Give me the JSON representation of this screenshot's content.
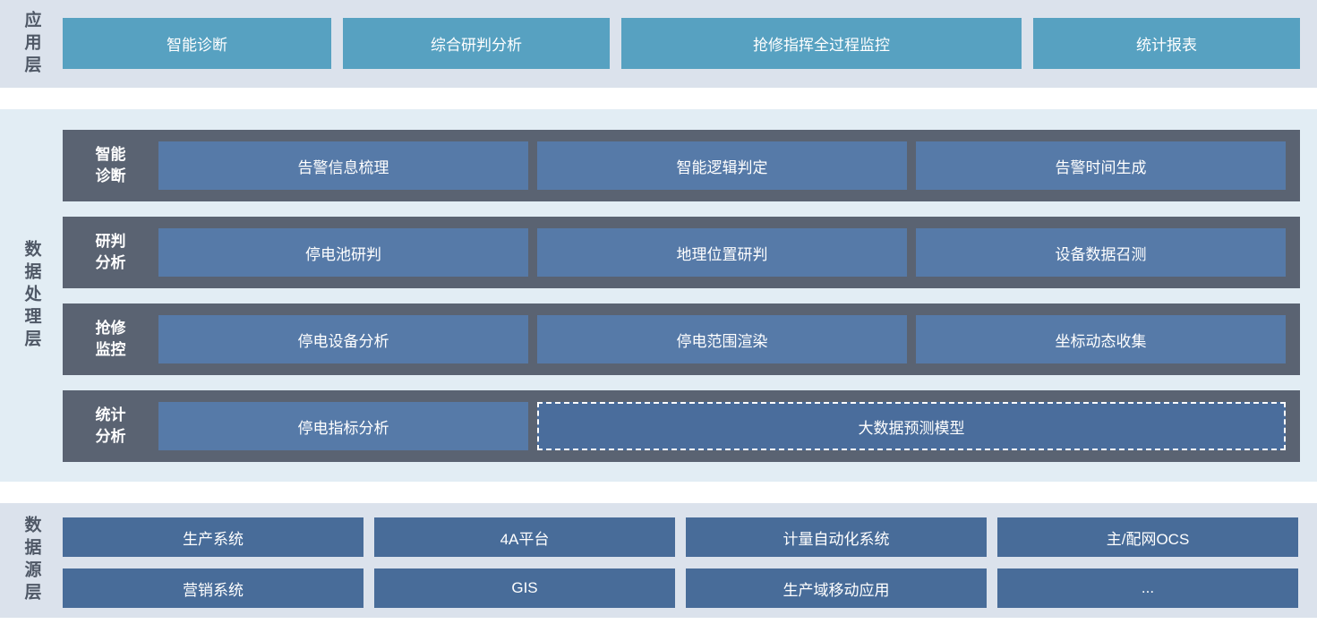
{
  "colors": {
    "band_bg": "#dbe2ec",
    "processing_band_bg": "#e2edf4",
    "app_box_bg": "#57a1c1",
    "row_bg": "#5a6372",
    "inner_box_bg": "#567aa8",
    "dashed_box_bg": "#4a6d9c",
    "source_box_bg": "#486c99",
    "layer_label_text": "#4f5866",
    "box_text": "#ffffff"
  },
  "app_layer": {
    "label": "应用层",
    "boxes": [
      {
        "label": "智能诊断"
      },
      {
        "label": "综合研判分析"
      },
      {
        "label": "抢修指挥全过程监控"
      },
      {
        "label": "统计报表"
      }
    ]
  },
  "processing_layer": {
    "label": "数据处理层",
    "rows": [
      {
        "label": "智能\n诊断",
        "boxes": [
          {
            "label": "告警信息梳理"
          },
          {
            "label": "智能逻辑判定"
          },
          {
            "label": "告警时间生成"
          }
        ]
      },
      {
        "label": "研判\n分析",
        "boxes": [
          {
            "label": "停电池研判"
          },
          {
            "label": "地理位置研判"
          },
          {
            "label": "设备数据召测"
          }
        ]
      },
      {
        "label": "抢修\n监控",
        "boxes": [
          {
            "label": "停电设备分析"
          },
          {
            "label": "停电范围渲染"
          },
          {
            "label": "坐标动态收集"
          }
        ]
      },
      {
        "label": "统计\n分析",
        "boxes": [
          {
            "label": "停电指标分析"
          },
          {
            "label": "大数据预测模型",
            "style": "dashed"
          }
        ]
      }
    ]
  },
  "source_layer": {
    "label": "数据源层",
    "rows": [
      [
        {
          "label": "生产系统"
        },
        {
          "label": "4A平台"
        },
        {
          "label": "计量自动化系统"
        },
        {
          "label": "主/配网OCS"
        }
      ],
      [
        {
          "label": "营销系统"
        },
        {
          "label": "GIS"
        },
        {
          "label": "生产域移动应用"
        },
        {
          "label": "..."
        }
      ]
    ]
  }
}
